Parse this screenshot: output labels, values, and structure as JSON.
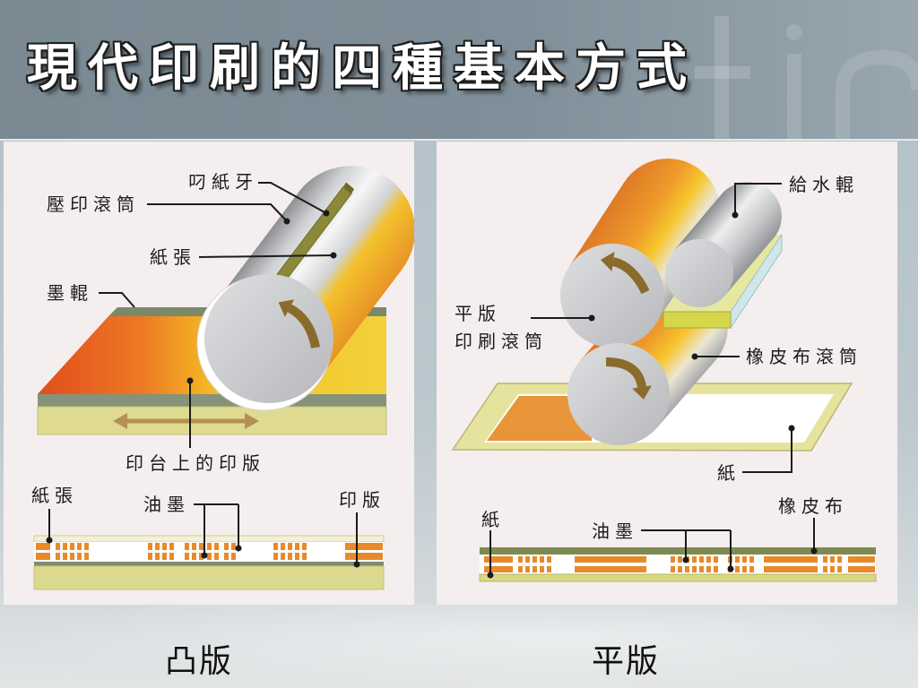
{
  "title": "現代印刷的四種基本方式",
  "panels": {
    "letterpress": {
      "caption": "凸版",
      "labels": {
        "gripper": "叼紙牙",
        "impression_cylinder": "壓印滾筒",
        "paper": "紙張",
        "ink_roller": "墨輥",
        "plate_on_bed": "印台上的印版",
        "section_paper": "紙張",
        "section_ink": "油墨",
        "section_plate": "印版"
      }
    },
    "lithography": {
      "caption": "平版",
      "labels": {
        "dampening_roller": "給水輥",
        "plate_cylinder_line1": "平版",
        "plate_cylinder_line2": "印刷滾筒",
        "blanket_cylinder": "橡皮布滾筒",
        "paper": "紙",
        "section_paper": "紙",
        "section_ink": "油墨",
        "section_blanket": "橡皮布"
      }
    }
  },
  "colors": {
    "title_text": "#ffffff",
    "header": "#7a8992",
    "panel": "#f4eeee",
    "ink_orange": "#e8892a",
    "plate_yellow_green": "#dcd98e",
    "arrow_brown": "#8a6b2b"
  }
}
